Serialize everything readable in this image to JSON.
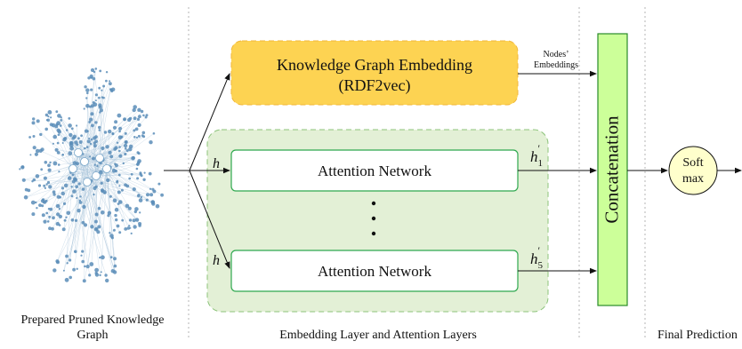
{
  "colors": {
    "kg_box_fill": "#FDD352",
    "attention_region_fill": "#E3F0D6",
    "attention_region_border": "#8CC37A",
    "attention_box_border": "#2FA84F",
    "concat_fill": "#CCFF99",
    "concat_border": "#2A8A2A",
    "softmax_fill": "#FFFFCC",
    "graph_node": "#5B8DB8",
    "graph_edge": "#A9C4DA",
    "separator": "#B5B5B5"
  },
  "graph": {
    "caption_line1": "Prepared Pruned Knowledge",
    "caption_line2": "Graph"
  },
  "embedding": {
    "title_line1": "Knowledge Graph Embedding",
    "title_line2": "(RDF2vec)",
    "output_label_line1": "Nodes’",
    "output_label_line2": "Embeddings"
  },
  "attention": {
    "input_symbol": "h",
    "network_label": "Attention Network",
    "output_1_base": "h",
    "output_1_sup": "′",
    "output_1_sub": "1",
    "output_5_base": "h",
    "output_5_sup": "′",
    "output_5_sub": "5"
  },
  "concat": {
    "label": "Concatenation"
  },
  "softmax": {
    "line1": "Soft",
    "line2": "max"
  },
  "sections": {
    "middle_caption": "Embedding Layer and Attention Layers",
    "right_caption": "Final Prediction"
  }
}
